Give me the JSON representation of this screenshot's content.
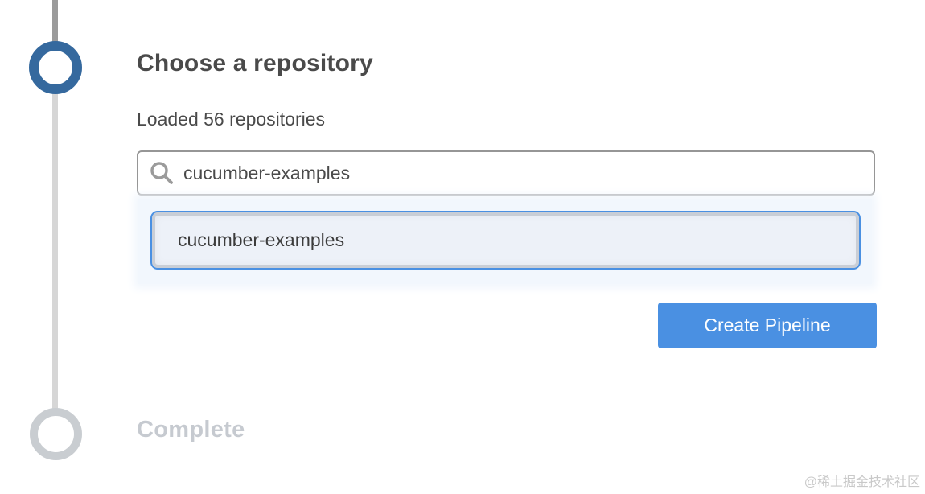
{
  "colors": {
    "button_blue": "#4a90e2",
    "active_step_blue": "#35699e",
    "inactive_step_gray": "#c9cdd1",
    "results_panel_bg": "#f2f7fd",
    "selected_item_border": "#4a90e2",
    "heading_text": "#4a4a4a"
  },
  "stepper": {
    "active_step": {
      "title": "Choose a repository",
      "status_text": "Loaded 56 repositories",
      "search": {
        "value": "cucumber-examples",
        "icon": "search-icon"
      },
      "results": [
        {
          "name": "cucumber-examples",
          "selected": true
        }
      ],
      "create_button_label": "Create Pipeline"
    },
    "complete_step": {
      "label": "Complete"
    }
  },
  "watermark": "@稀土掘金技术社区"
}
